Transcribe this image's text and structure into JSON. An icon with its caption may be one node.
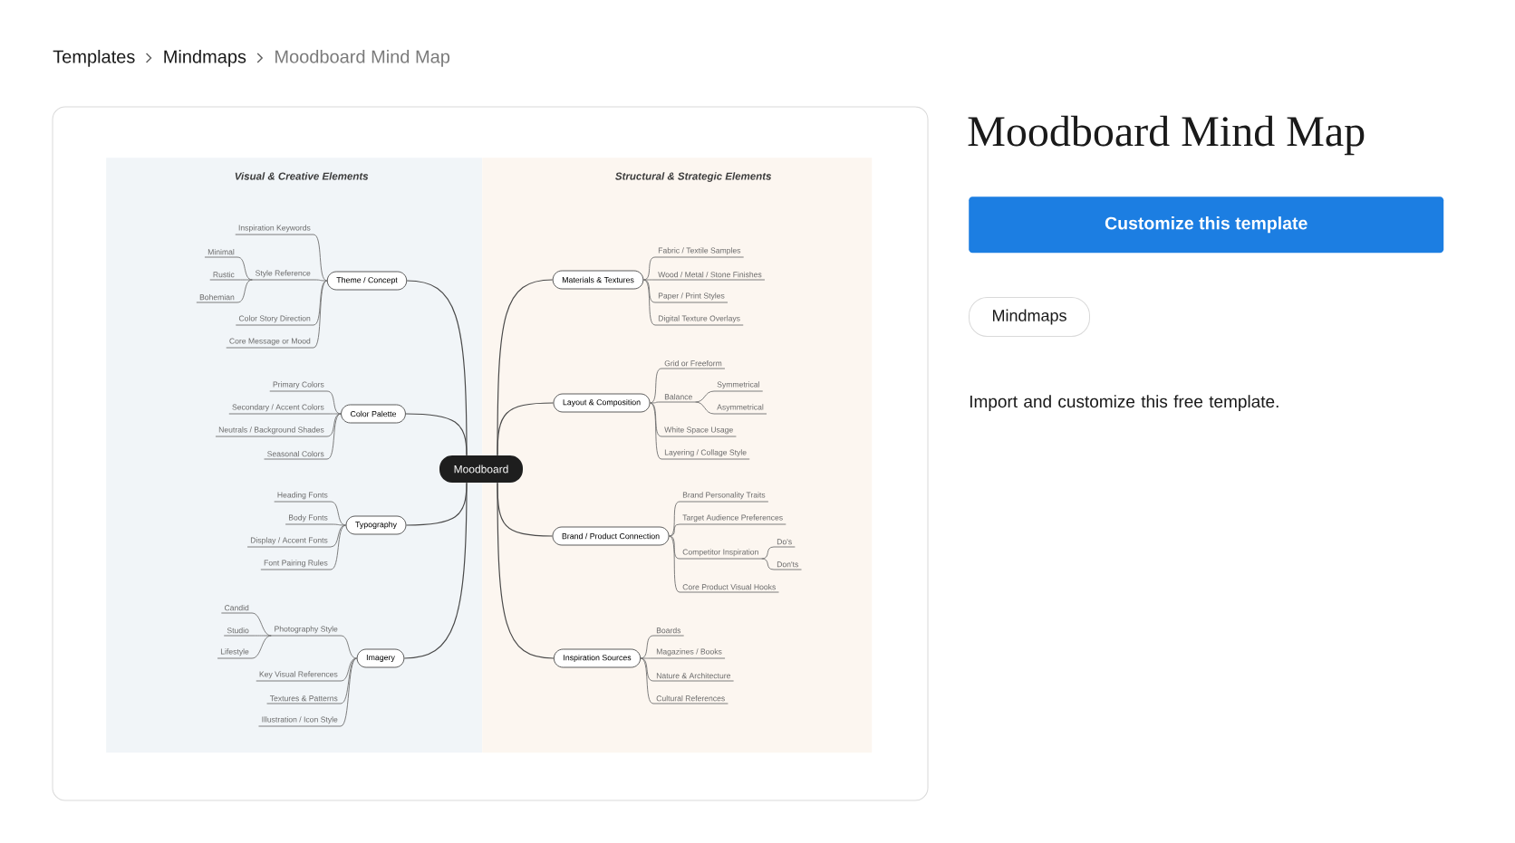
{
  "diagram": {
    "title": "Moodboard Mind Map",
    "nodes": [
      {
        "text": [
          "Visual & Creative Elements"
        ]
      },
      {
        "text": [
          "Structural & Strategic Elements"
        ]
      },
      {
        "text": [
          "Moodboard"
        ]
      },
      {
        "text": [
          "Theme / Concept"
        ],
        "in": 0
      },
      {
        "text": [
          "Inspiration Keywords"
        ],
        "in": 0
      },
      {
        "text": [
          "Style Reference"
        ],
        "in": 0
      },
      {
        "text": [
          "Minimal"
        ],
        "in": 0
      },
      {
        "text": [
          "Rustic"
        ],
        "in": 0
      },
      {
        "text": [
          "Bohemian"
        ],
        "in": 0
      },
      {
        "text": [
          "Color Story Direction"
        ],
        "in": 0
      },
      {
        "text": [
          "Core Message or Mood"
        ],
        "in": 0
      },
      {
        "text": [
          "Color Palette"
        ],
        "in": 0
      },
      {
        "text": [
          "Primary Colors"
        ],
        "in": 0
      },
      {
        "text": [
          "Secondary / Accent Colors"
        ],
        "in": 0
      },
      {
        "text": [
          "Neutrals / Background Shades"
        ],
        "in": 0
      },
      {
        "text": [
          "Seasonal Colors"
        ],
        "in": 0
      },
      {
        "text": [
          "Typography"
        ],
        "in": 0
      },
      {
        "text": [
          "Heading Fonts"
        ],
        "in": 0
      },
      {
        "text": [
          "Body Fonts"
        ],
        "in": 0
      },
      {
        "text": [
          "Display / Accent Fonts"
        ],
        "in": 0
      },
      {
        "text": [
          "Font Pairing Rules"
        ],
        "in": 0
      },
      {
        "text": [
          "Imagery"
        ],
        "in": 0
      },
      {
        "text": [
          "Photography Style"
        ],
        "in": 0
      },
      {
        "text": [
          "Candid"
        ],
        "in": 0
      },
      {
        "text": [
          "Studio"
        ],
        "in": 0
      },
      {
        "text": [
          "Lifestyle"
        ],
        "in": 0
      },
      {
        "text": [
          "Key Visual References"
        ],
        "in": 0
      },
      {
        "text": [
          "Textures & Patterns"
        ],
        "in": 0
      },
      {
        "text": [
          "Illustration / Icon Style"
        ],
        "in": 0
      },
      {
        "text": [
          "Materials & Textures"
        ],
        "in": 1
      },
      {
        "text": [
          "Fabric / Textile Samples"
        ],
        "in": 1
      },
      {
        "text": [
          "Wood / Metal / Stone Finishes"
        ],
        "in": 1
      },
      {
        "text": [
          "Paper / Print Styles"
        ],
        "in": 1
      },
      {
        "text": [
          "Digital Texture Overlays"
        ],
        "in": 1
      },
      {
        "text": [
          "Layout & Composition"
        ],
        "in": 1
      },
      {
        "text": [
          "Grid or Freeform"
        ],
        "in": 1
      },
      {
        "text": [
          "Balance"
        ],
        "in": 1
      },
      {
        "text": [
          "Symmetrical"
        ],
        "in": 1
      },
      {
        "text": [
          "Asymmetrical"
        ],
        "in": 1
      },
      {
        "text": [
          "White Space Usage"
        ],
        "in": 1
      },
      {
        "text": [
          "Layering / Collage Style"
        ],
        "in": 1
      },
      {
        "text": [
          "Brand / Product Connection"
        ],
        "in": 1
      },
      {
        "text": [
          "Brand Personality Traits"
        ],
        "in": 1
      },
      {
        "text": [
          "Target Audience Preferences"
        ],
        "in": 1
      },
      {
        "text": [
          "Competitor Inspiration"
        ],
        "in": 1
      },
      {
        "text": [
          "Do's"
        ],
        "in": 1
      },
      {
        "text": [
          "Don'ts"
        ],
        "in": 1
      },
      {
        "text": [
          "Core Product Visual Hooks"
        ],
        "in": 1
      },
      {
        "text": [
          "Inspiration Sources"
        ],
        "in": 1
      },
      {
        "text": [
          "Boards"
        ],
        "in": 1
      },
      {
        "text": [
          "Magazines / Books"
        ],
        "in": 1
      },
      {
        "text": [
          "Nature & Architecture"
        ],
        "in": 1
      },
      {
        "text": [
          "Cultural References"
        ],
        "in": 1
      },
      {
        "text": [
          "Customize this template"
        ]
      },
      {
        "text": [
          "Mindmaps"
        ]
      }
    ],
    "edges": [
      {
        "from": 2,
        "to": 3,
        "arrow": "none"
      },
      {
        "from": 3,
        "to": 4,
        "arrow": "none"
      },
      {
        "from": 3,
        "to": 5,
        "arrow": "none"
      },
      {
        "from": 5,
        "to": 6,
        "arrow": "none"
      },
      {
        "from": 5,
        "to": 7,
        "arrow": "none"
      },
      {
        "from": 5,
        "to": 8,
        "arrow": "none"
      },
      {
        "from": 3,
        "to": 9,
        "arrow": "none"
      },
      {
        "from": 3,
        "to": 10,
        "arrow": "none"
      },
      {
        "from": 2,
        "to": 11,
        "arrow": "none"
      },
      {
        "from": 11,
        "to": 12,
        "arrow": "none"
      },
      {
        "from": 11,
        "to": 13,
        "arrow": "none"
      },
      {
        "from": 11,
        "to": 14,
        "arrow": "none"
      },
      {
        "from": 11,
        "to": 15,
        "arrow": "none"
      },
      {
        "from": 2,
        "to": 16,
        "arrow": "none"
      },
      {
        "from": 16,
        "to": 17,
        "arrow": "none"
      },
      {
        "from": 16,
        "to": 18,
        "arrow": "none"
      },
      {
        "from": 16,
        "to": 19,
        "arrow": "none"
      },
      {
        "from": 16,
        "to": 20,
        "arrow": "none"
      },
      {
        "from": 2,
        "to": 21,
        "arrow": "none"
      },
      {
        "from": 21,
        "to": 22,
        "arrow": "none"
      },
      {
        "from": 22,
        "to": 23,
        "arrow": "none"
      },
      {
        "from": 22,
        "to": 24,
        "arrow": "none"
      },
      {
        "from": 22,
        "to": 25,
        "arrow": "none"
      },
      {
        "from": 21,
        "to": 26,
        "arrow": "none"
      },
      {
        "from": 21,
        "to": 27,
        "arrow": "none"
      },
      {
        "from": 21,
        "to": 28,
        "arrow": "none"
      },
      {
        "from": 2,
        "to": 29,
        "arrow": "none"
      },
      {
        "from": 29,
        "to": 30,
        "arrow": "none"
      },
      {
        "from": 29,
        "to": 31,
        "arrow": "none"
      },
      {
        "from": 29,
        "to": 32,
        "arrow": "none"
      },
      {
        "from": 29,
        "to": 33,
        "arrow": "none"
      },
      {
        "from": 2,
        "to": 34,
        "arrow": "none"
      },
      {
        "from": 34,
        "to": 35,
        "arrow": "none"
      },
      {
        "from": 34,
        "to": 36,
        "arrow": "none"
      },
      {
        "from": 36,
        "to": 37,
        "arrow": "none"
      },
      {
        "from": 36,
        "to": 38,
        "arrow": "none"
      },
      {
        "from": 34,
        "to": 39,
        "arrow": "none"
      },
      {
        "from": 34,
        "to": 40,
        "arrow": "none"
      },
      {
        "from": 2,
        "to": 41,
        "arrow": "none"
      },
      {
        "from": 41,
        "to": 42,
        "arrow": "none"
      },
      {
        "from": 41,
        "to": 43,
        "arrow": "none"
      },
      {
        "from": 41,
        "to": 44,
        "arrow": "none"
      },
      {
        "from": 44,
        "to": 45,
        "arrow": "none"
      },
      {
        "from": 44,
        "to": 46,
        "arrow": "none"
      },
      {
        "from": 41,
        "to": 47,
        "arrow": "none"
      },
      {
        "from": 2,
        "to": 48,
        "arrow": "none"
      },
      {
        "from": 48,
        "to": 49,
        "arrow": "none"
      },
      {
        "from": 48,
        "to": 50,
        "arrow": "none"
      },
      {
        "from": 48,
        "to": 51,
        "arrow": "none"
      },
      {
        "from": 48,
        "to": 52,
        "arrow": "none"
      }
    ],
    "labels": [
      "Templates",
      "Mindmaps",
      "Moodboard Mind Map",
      "Import and customize this free template."
    ]
  }
}
